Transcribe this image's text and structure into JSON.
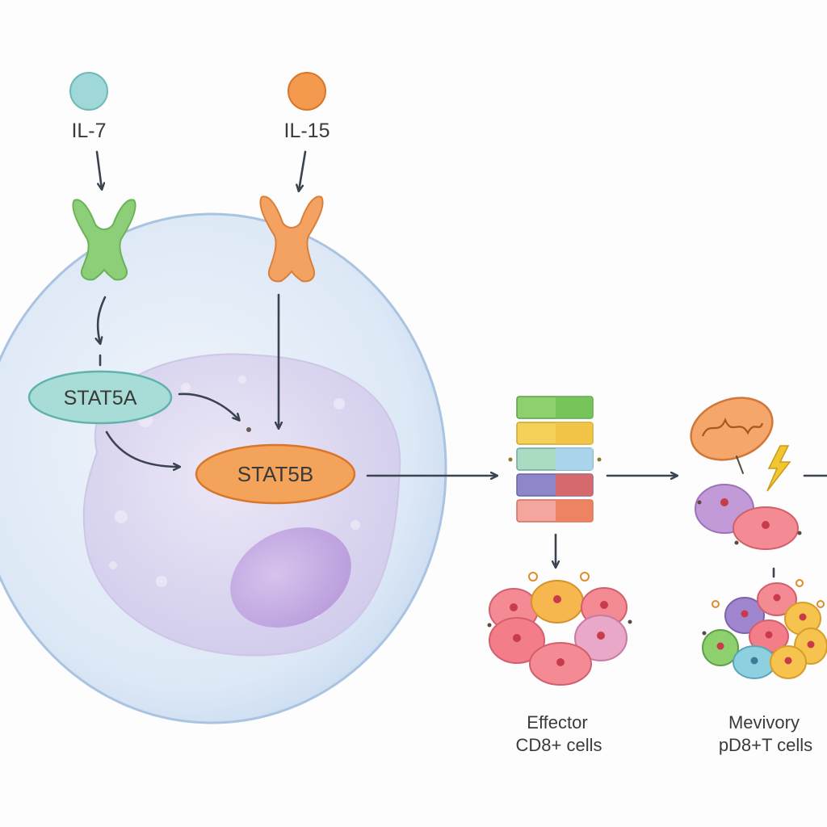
{
  "ligands": {
    "il7": {
      "label": "IL-7",
      "color": "#9fd8d6"
    },
    "il15": {
      "label": "IL-15",
      "color": "#f39a4e"
    }
  },
  "receptors": {
    "il7_receptor_color": "#8ccf78",
    "il15_receptor_color": "#f4a261"
  },
  "proteins": {
    "stat5a": {
      "label": "STAT5A",
      "color": "#a8dcd6"
    },
    "stat5b": {
      "label": "STAT5B",
      "color": "#f4a35a"
    }
  },
  "outcomes": {
    "effector": {
      "line1": "Effector",
      "line2": "CD8+ cells"
    },
    "memory": {
      "line1": "Mevivory",
      "line2": "pD8+T cells"
    }
  },
  "colors": {
    "arrow": "#3b4250",
    "cell_membrane": "#d7e6f5",
    "nucleus": "#dcd8f0",
    "lightning": "#f2c532"
  }
}
